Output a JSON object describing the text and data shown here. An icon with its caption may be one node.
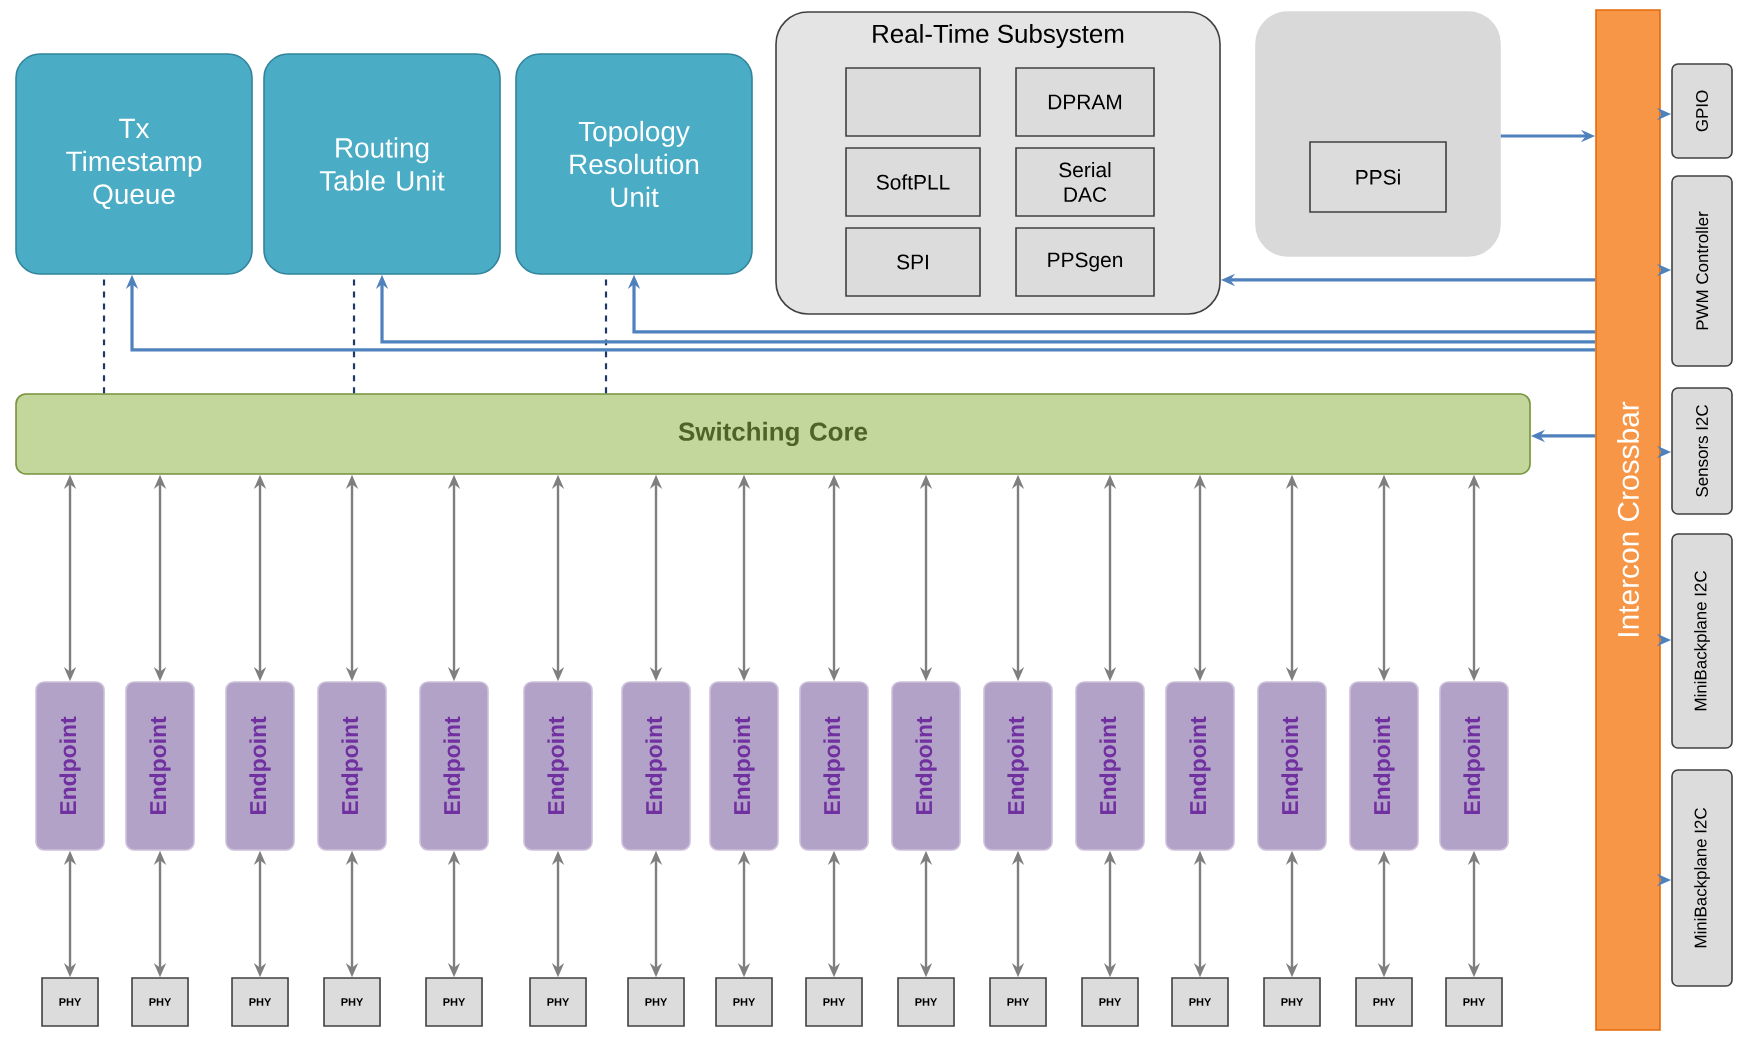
{
  "diagram": {
    "nodes": [
      {
        "text": [
          "Tx Timestamp Queue"
        ]
      },
      {
        "text": [
          "Routing Table Unit"
        ]
      },
      {
        "text": [
          "Topology Resolution Unit"
        ]
      },
      {
        "text": [
          "Real-Time Subsystem"
        ]
      },
      {
        "text": [],
        "shape": "box",
        "in": 3
      },
      {
        "text": [
          "DPRAM"
        ],
        "in": 3
      },
      {
        "text": [
          "SoftPLL"
        ],
        "in": 3
      },
      {
        "text": [
          "Serial DAC"
        ],
        "in": 3
      },
      {
        "text": [
          "SPI"
        ],
        "in": 3
      },
      {
        "text": [
          "PPSgen"
        ],
        "in": 3
      },
      {
        "text": [],
        "shape": "box"
      },
      {
        "text": [
          "PPSi"
        ],
        "in": 10
      },
      {
        "text": [
          "Intercon Crossbar"
        ]
      },
      {
        "text": [
          "GPIO"
        ]
      },
      {
        "text": [
          "PWM Controller"
        ]
      },
      {
        "text": [
          "Sensors I2C"
        ]
      },
      {
        "text": [
          "MiniBackplane I2C"
        ]
      },
      {
        "text": [
          "MiniBackplane I2C"
        ]
      },
      {
        "text": [
          "Switching Core"
        ]
      },
      {
        "text": [
          "Endpoint"
        ]
      },
      {
        "text": [
          "Endpoint"
        ]
      },
      {
        "text": [
          "Endpoint"
        ]
      },
      {
        "text": [
          "Endpoint"
        ]
      },
      {
        "text": [
          "Endpoint"
        ]
      },
      {
        "text": [
          "Endpoint"
        ]
      },
      {
        "text": [
          "Endpoint"
        ]
      },
      {
        "text": [
          "Endpoint"
        ]
      },
      {
        "text": [
          "Endpoint"
        ]
      },
      {
        "text": [
          "Endpoint"
        ]
      },
      {
        "text": [
          "Endpoint"
        ]
      },
      {
        "text": [
          "Endpoint"
        ]
      },
      {
        "text": [
          "Endpoint"
        ]
      },
      {
        "text": [
          "Endpoint"
        ]
      },
      {
        "text": [
          "Endpoint"
        ]
      },
      {
        "text": [
          "Endpoint"
        ]
      },
      {
        "text": [
          "PHY"
        ]
      },
      {
        "text": [
          "PHY"
        ]
      },
      {
        "text": [
          "PHY"
        ]
      },
      {
        "text": [
          "PHY"
        ]
      },
      {
        "text": [
          "PHY"
        ]
      },
      {
        "text": [
          "PHY"
        ]
      },
      {
        "text": [
          "PHY"
        ]
      },
      {
        "text": [
          "PHY"
        ]
      },
      {
        "text": [
          "PHY"
        ]
      },
      {
        "text": [
          "PHY"
        ]
      },
      {
        "text": [
          "PHY"
        ]
      },
      {
        "text": [
          "PHY"
        ]
      },
      {
        "text": [
          "PHY"
        ]
      },
      {
        "text": [
          "PHY"
        ]
      },
      {
        "text": [
          "PHY"
        ]
      },
      {
        "text": [
          "PHY"
        ]
      }
    ],
    "edges": [
      {
        "from": 18,
        "to": 0,
        "arrow": "none",
        "style": "dashed",
        "color": "#1f3864"
      },
      {
        "from": 18,
        "to": 1,
        "arrow": "none",
        "style": "dashed",
        "color": "#1f3864"
      },
      {
        "from": 18,
        "to": 2,
        "arrow": "none",
        "style": "dashed",
        "color": "#1f3864"
      },
      {
        "from": 12,
        "to": 0,
        "arrow": "to",
        "color": "#4f81bd"
      },
      {
        "from": 12,
        "to": 1,
        "arrow": "to",
        "color": "#4f81bd"
      },
      {
        "from": 12,
        "to": 2,
        "arrow": "to",
        "color": "#4f81bd"
      },
      {
        "from": 12,
        "to": 3,
        "arrow": "to",
        "color": "#4f81bd"
      },
      {
        "from": 10,
        "to": 12,
        "arrow": "to",
        "color": "#4f81bd"
      },
      {
        "from": 12,
        "to": 13,
        "arrow": "to",
        "color": "#4f81bd"
      },
      {
        "from": 12,
        "to": 14,
        "arrow": "to",
        "color": "#4f81bd"
      },
      {
        "from": 12,
        "to": 15,
        "arrow": "to",
        "color": "#4f81bd"
      },
      {
        "from": 12,
        "to": 16,
        "arrow": "to",
        "color": "#4f81bd"
      },
      {
        "from": 12,
        "to": 17,
        "arrow": "to",
        "color": "#4f81bd"
      },
      {
        "from": 12,
        "to": 18,
        "arrow": "to",
        "color": "#4f81bd"
      },
      {
        "from": 18,
        "to": 19,
        "arrow": "both"
      },
      {
        "from": 18,
        "to": 20,
        "arrow": "both"
      },
      {
        "from": 18,
        "to": 21,
        "arrow": "both"
      },
      {
        "from": 18,
        "to": 22,
        "arrow": "both"
      },
      {
        "from": 18,
        "to": 23,
        "arrow": "both"
      },
      {
        "from": 18,
        "to": 24,
        "arrow": "both"
      },
      {
        "from": 18,
        "to": 25,
        "arrow": "both"
      },
      {
        "from": 18,
        "to": 26,
        "arrow": "both"
      },
      {
        "from": 18,
        "to": 27,
        "arrow": "both"
      },
      {
        "from": 18,
        "to": 28,
        "arrow": "both"
      },
      {
        "from": 18,
        "to": 29,
        "arrow": "both"
      },
      {
        "from": 18,
        "to": 30,
        "arrow": "both"
      },
      {
        "from": 18,
        "to": 31,
        "arrow": "both"
      },
      {
        "from": 18,
        "to": 32,
        "arrow": "both"
      },
      {
        "from": 18,
        "to": 33,
        "arrow": "both"
      },
      {
        "from": 18,
        "to": 34,
        "arrow": "both"
      },
      {
        "from": 19,
        "to": 35,
        "arrow": "both"
      },
      {
        "from": 20,
        "to": 36,
        "arrow": "both"
      },
      {
        "from": 21,
        "to": 37,
        "arrow": "both"
      },
      {
        "from": 22,
        "to": 38,
        "arrow": "both"
      },
      {
        "from": 23,
        "to": 39,
        "arrow": "both"
      },
      {
        "from": 24,
        "to": 40,
        "arrow": "both"
      },
      {
        "from": 25,
        "to": 41,
        "arrow": "both"
      },
      {
        "from": 26,
        "to": 42,
        "arrow": "both"
      },
      {
        "from": 27,
        "to": 43,
        "arrow": "both"
      },
      {
        "from": 28,
        "to": 44,
        "arrow": "both"
      },
      {
        "from": 29,
        "to": 45,
        "arrow": "both"
      },
      {
        "from": 30,
        "to": 46,
        "arrow": "both"
      },
      {
        "from": 31,
        "to": 47,
        "arrow": "both"
      },
      {
        "from": 32,
        "to": 48,
        "arrow": "both"
      },
      {
        "from": 33,
        "to": 49,
        "arrow": "both"
      },
      {
        "from": 34,
        "to": 50,
        "arrow": "both"
      }
    ]
  }
}
